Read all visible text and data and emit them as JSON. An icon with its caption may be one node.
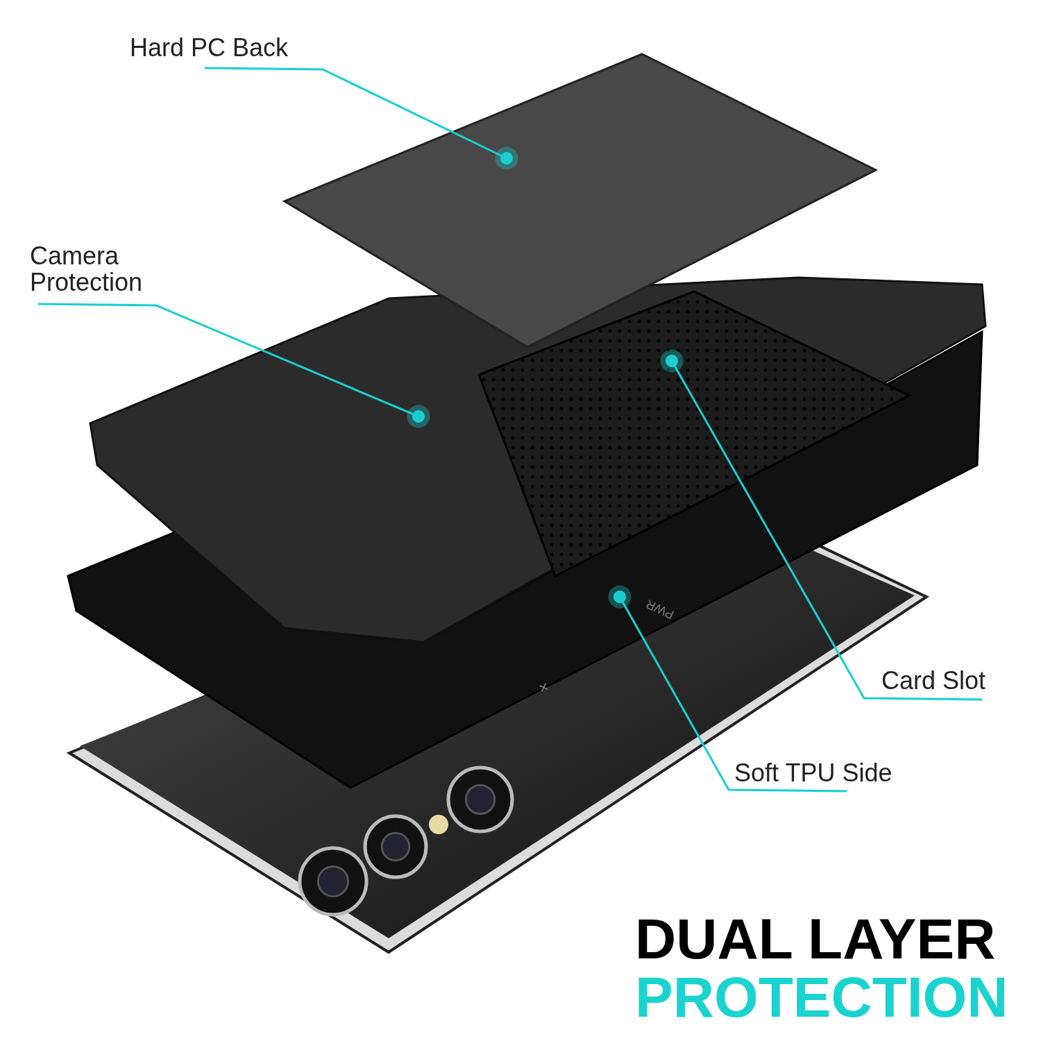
{
  "diagram": {
    "nodes": [
      {
        "text": [
          "Hard PC Back"
        ]
      },
      {
        "text": [],
        "shape": "picture"
      },
      {
        "text": [
          "Camera Protection"
        ]
      },
      {
        "text": [],
        "shape": "picture"
      },
      {
        "text": [
          "Card Slot"
        ]
      },
      {
        "text": [],
        "shape": "picture",
        "in": 3
      },
      {
        "text": [
          "Soft TPU Side"
        ]
      },
      {
        "text": [],
        "shape": "picture"
      }
    ],
    "edges": [
      {
        "from": 0,
        "to": 1,
        "arrow": "other"
      },
      {
        "from": 2,
        "to": 3,
        "arrow": "other"
      },
      {
        "from": 4,
        "to": 5,
        "arrow": "other"
      },
      {
        "from": 6,
        "to": 7,
        "arrow": "other"
      }
    ],
    "labels": [
      "PWR",
      "+",
      "DUAL LAYER",
      "PROTECTION"
    ]
  }
}
